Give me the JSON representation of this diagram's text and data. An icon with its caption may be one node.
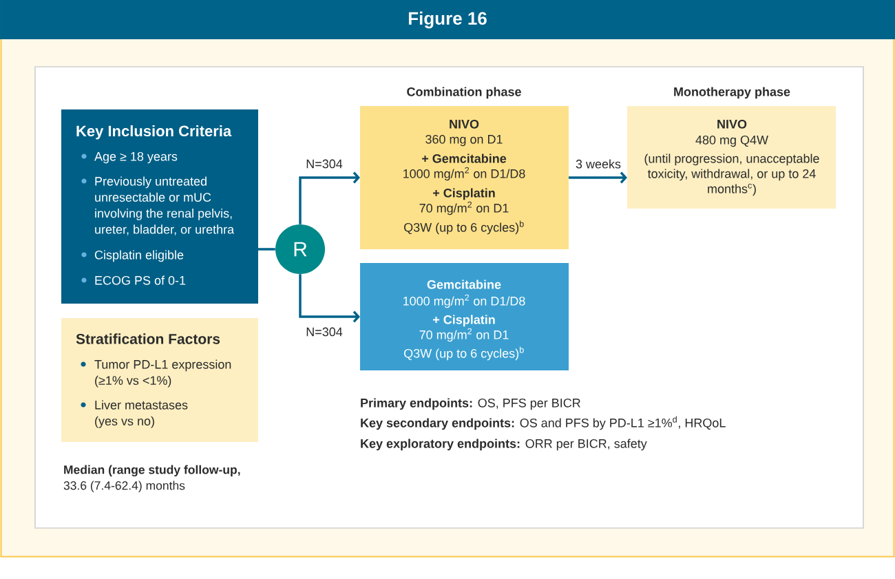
{
  "diagram": {
    "title": "Figure 16",
    "nodes": [
      {
        "text": [
          "Key Inclusion Criteria",
          "Age ≥ 18 years",
          "Previously untreated unresectable or mUC involving the renal pelvis, ureter, bladder, or urethra",
          "Cisplatin eligible",
          "ECOG PS of 0-1"
        ]
      },
      {
        "text": [
          "Stratification Factors",
          "Tumor PD-L1 expression (≥1% vs <1%)",
          "Liver metastases (yes vs no)"
        ]
      },
      {
        "text": [
          "R"
        ]
      },
      {
        "text": [
          "Combination phase",
          "NIVO",
          "360 mg on D1",
          "+ Gemcitabine",
          "1000 mg/m$^{2}$ on D1/D8",
          "+ Cisplatin",
          "70 mg/m$^{2}$ on D1",
          "Q3W (up to 6 cycles)$^{b}$"
        ]
      },
      {
        "text": [
          "Monotherapy phase",
          "NIVO",
          "480 mg Q4W",
          "(until progression, unacceptable toxicity, withdrawal, or up to 24 months$^{c}$)"
        ]
      },
      {
        "text": [
          "Gemcitabine",
          "1000 mg/m$^{2}$ on D1/D8",
          "+ Cisplatin",
          "70 mg/m$^{2}$ on D1",
          "Q3W (up to 6 cycles)$^{b}$"
        ]
      }
    ],
    "edges": [
      {
        "from": 0,
        "to": 2,
        "arrow": "none"
      },
      {
        "from": 2,
        "to": 3,
        "arrow": "to",
        "label": "N=304"
      },
      {
        "from": 2,
        "to": 5,
        "arrow": "to",
        "label": "N=304"
      },
      {
        "from": 3,
        "to": 4,
        "arrow": "to",
        "label": "3 weeks"
      }
    ],
    "labels": [
      "**Primary endpoints:** OS, PFS per BICR",
      "**Key secondary endpoints:** OS and PFS by PD-L1 ≥1%$^{d}$, HRQoL",
      "**Key exploratory endpoints:** ORR per BICR, safety",
      "**Median (range study follow-up,** 33.6 (7.4-62.4) months"
    ]
  }
}
